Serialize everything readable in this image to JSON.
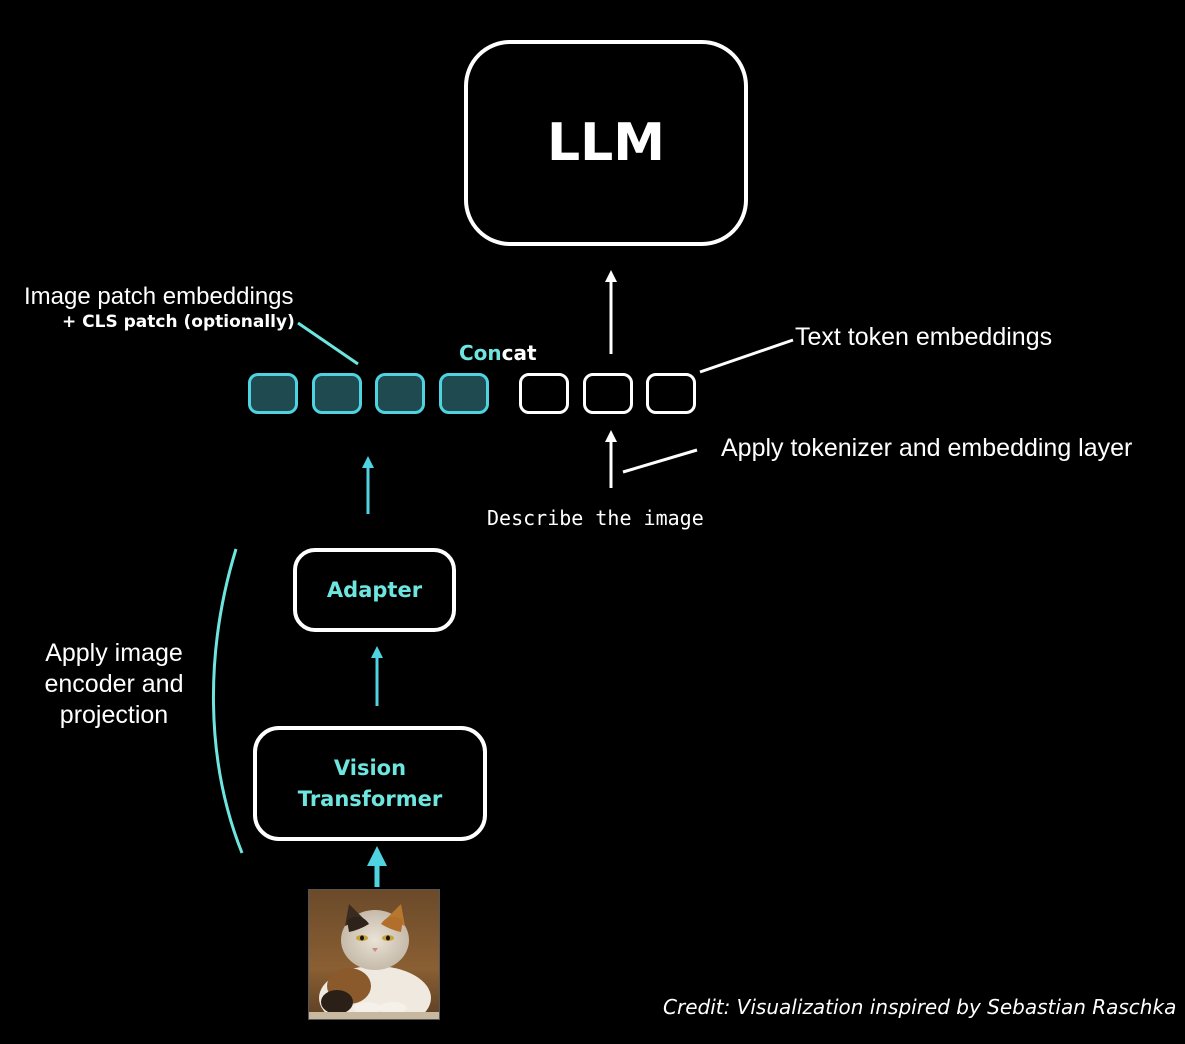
{
  "llm": {
    "label": "LLM"
  },
  "adapter": {
    "label": "Adapter"
  },
  "vision": {
    "line1": "Vision",
    "line2": "Transformer"
  },
  "labels": {
    "patch_title": "Image patch embeddings",
    "patch_sub": "+ CLS patch (optionally)",
    "concat_teal": "Con",
    "concat_white": "cat",
    "text_tokens": "Text token embeddings",
    "tokenizer": "Apply tokenizer and embedding layer",
    "prompt": "Describe the image",
    "encoder": "Apply image encoder and projection",
    "credit": "Credit: Visualization inspired by Sebastian Raschka"
  },
  "tokens": {
    "image_patch_count": 4,
    "text_token_count": 3
  },
  "colors": {
    "background": "#000000",
    "accent_teal": "#6ee6df",
    "patch_border": "#4fd3e0",
    "patch_fill": "#1f4a50",
    "arrow_teal": "#4fd3e0",
    "line": "#ffffff"
  },
  "icons": {
    "input_image": "cat-photo-icon"
  }
}
